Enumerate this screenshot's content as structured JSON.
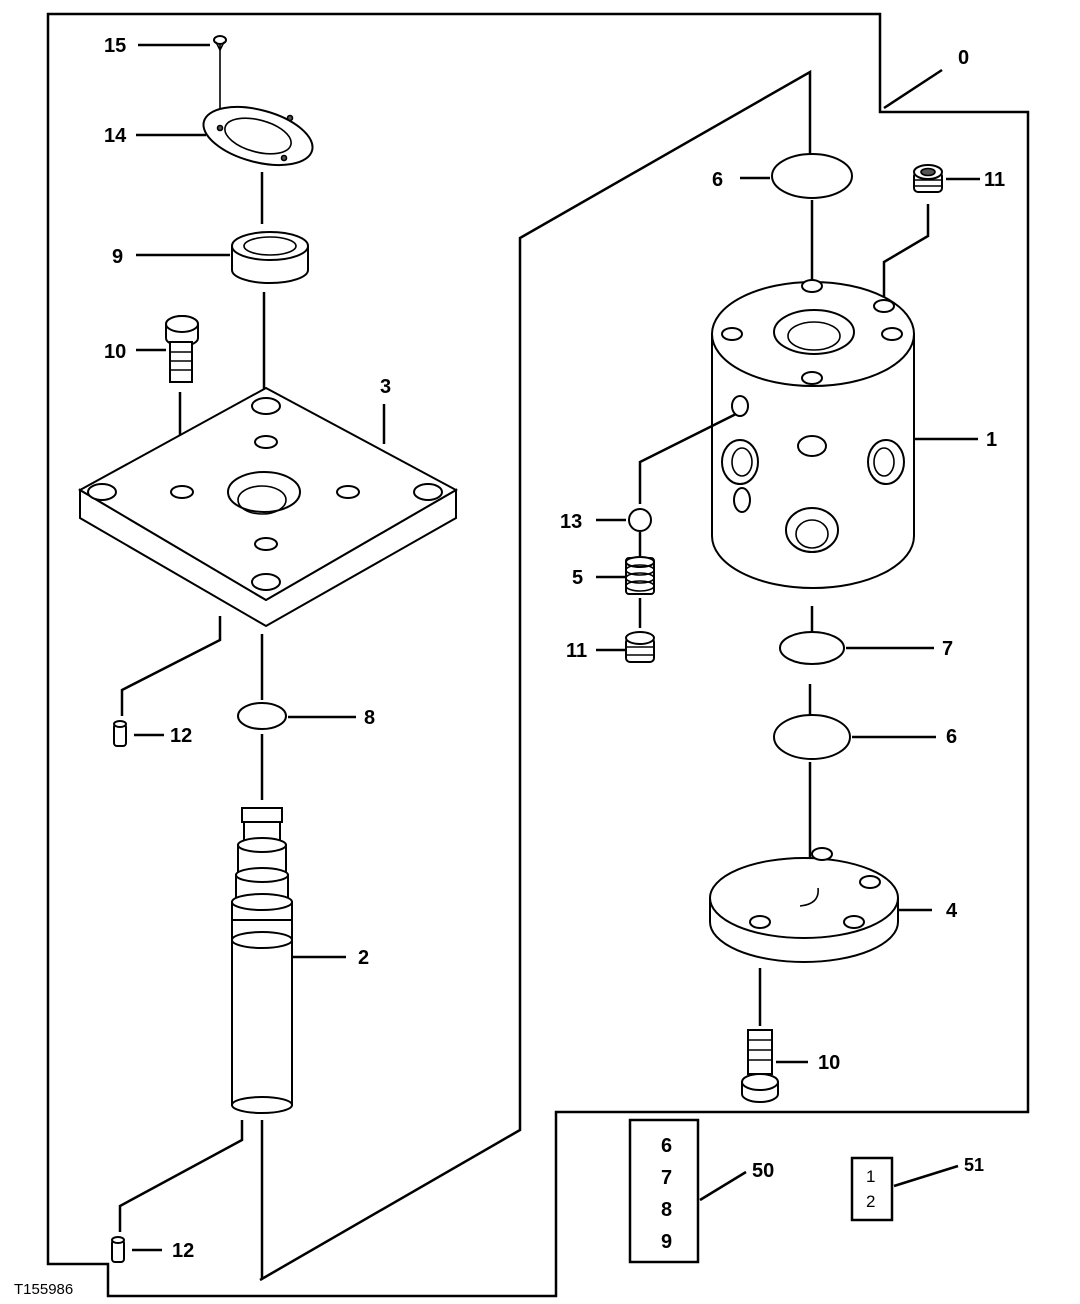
{
  "figure_id": "T155986",
  "callouts": {
    "c0": "0",
    "c1": "1",
    "c2": "2",
    "c3": "3",
    "c4": "4",
    "c5": "5",
    "c6a": "6",
    "c6b": "6",
    "c7": "7",
    "c8": "8",
    "c9": "9",
    "c10a": "10",
    "c10b": "10",
    "c11a": "11",
    "c11b": "11",
    "c12a": "12",
    "c12b": "12",
    "c13": "13",
    "c14": "14",
    "c15": "15",
    "c50": "50",
    "c51": "51"
  },
  "kit_50": [
    "6",
    "7",
    "8",
    "9"
  ],
  "kit_51": [
    "1",
    "2"
  ]
}
